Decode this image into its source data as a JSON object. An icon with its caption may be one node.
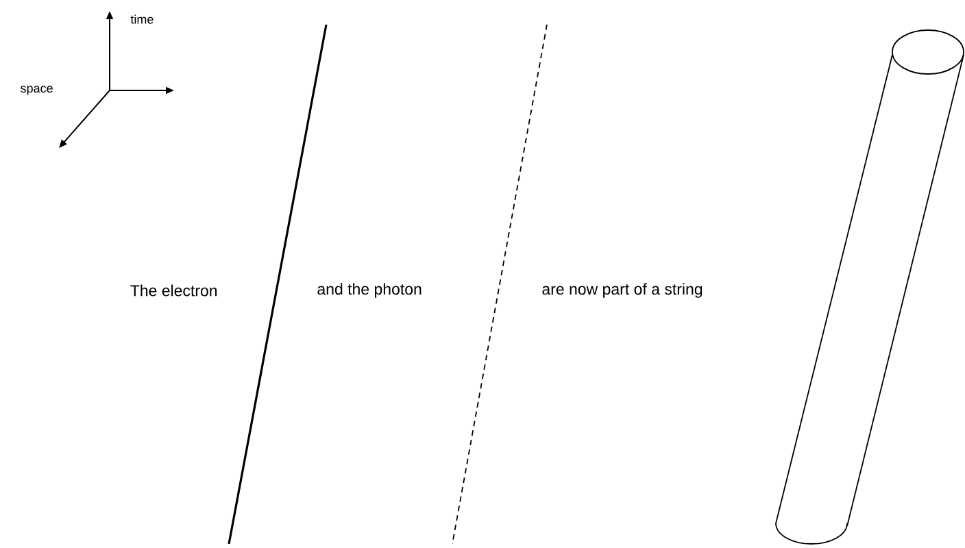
{
  "diagram": {
    "labels": [
      "time",
      "space",
      "The electron",
      "and the photon",
      "are now part of a string"
    ]
  }
}
